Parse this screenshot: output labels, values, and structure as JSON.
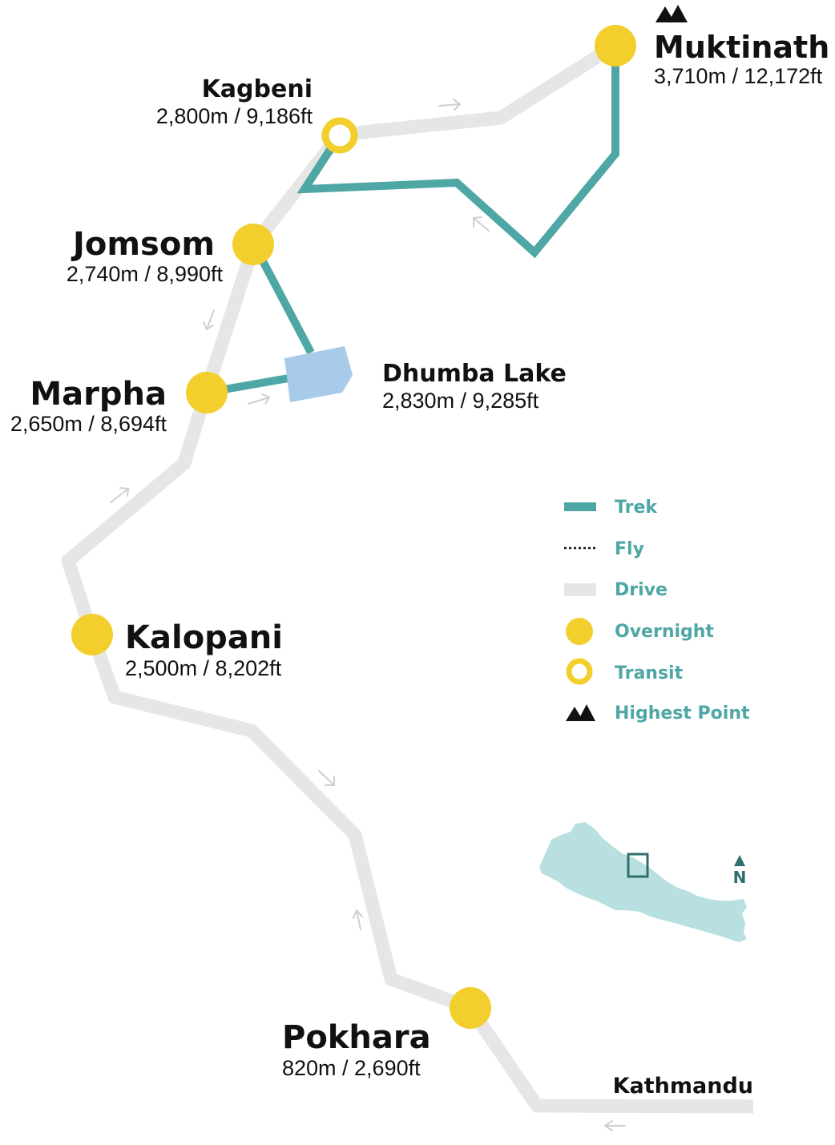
{
  "colors": {
    "trek": "#4ea7a5",
    "drive": "#e6e6e6",
    "overnight": "#f2cf2c",
    "lake": "#a8cbea",
    "nepal": "#b9e0e0",
    "text": "#111111",
    "legend_text": "#4ea7a5"
  },
  "places": {
    "muktinath": {
      "name": "Muktinath",
      "elevation": "3,710m / 12,172ft",
      "type": "overnight",
      "highest_point": true
    },
    "kagbeni": {
      "name": "Kagbeni",
      "elevation": "2,800m / 9,186ft",
      "type": "transit"
    },
    "jomsom": {
      "name": "Jomsom",
      "elevation": "2,740m / 8,990ft",
      "type": "overnight"
    },
    "dhumba": {
      "name": "Dhumba Lake",
      "elevation": "2,830m / 9,285ft",
      "type": "lake"
    },
    "marpha": {
      "name": "Marpha",
      "elevation": "2,650m / 8,694ft",
      "type": "overnight"
    },
    "kalopani": {
      "name": "Kalopani",
      "elevation": "2,500m / 8,202ft",
      "type": "overnight"
    },
    "pokhara": {
      "name": "Pokhara",
      "elevation": "820m / 2,690ft",
      "type": "overnight"
    },
    "kathmandu": {
      "name": "Kathmandu"
    }
  },
  "legend": {
    "trek": "Trek",
    "fly": "Fly",
    "drive": "Drive",
    "overnight": "Overnight",
    "transit": "Transit",
    "highest": "Highest Point"
  },
  "icons": [
    "mountain-icon",
    "north-arrow-icon",
    "nepal-locator-map"
  ],
  "north_label": "N"
}
